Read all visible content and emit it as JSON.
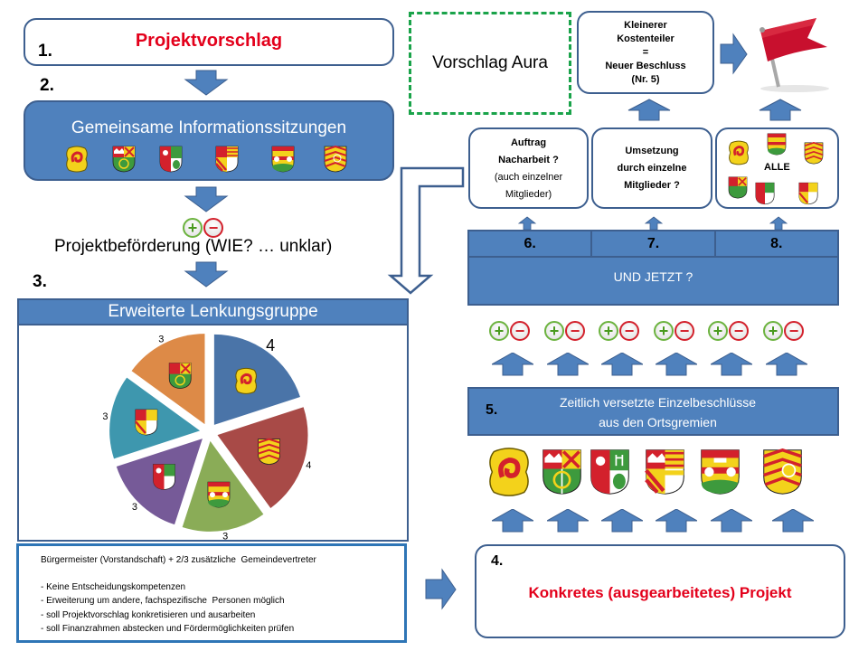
{
  "step1": {
    "number": "1.",
    "title": "Projektvorschlag"
  },
  "step2": {
    "number": "2.",
    "title": "Gemeinsame Informationssitzungen"
  },
  "promotion": {
    "text": "Projektbeförderung (WIE? … unklar)"
  },
  "step3": {
    "number": "3.",
    "title": "Erweiterte Lenkungsgruppe"
  },
  "aura": {
    "text": "Vorschlag Aura"
  },
  "cost_box": {
    "lines": [
      "Kleinerer",
      "Kostenteiler",
      "=",
      "Neuer Beschluss",
      "(Nr. 5)"
    ]
  },
  "option6": {
    "number": "6.",
    "line1": "Auftrag",
    "line2": "Nacharbeit ?",
    "line3": "(auch einzelner",
    "line4": "Mitglieder)"
  },
  "option7": {
    "number": "7.",
    "line1": "Umsetzung",
    "line2": "durch einzelne",
    "line3": "Mitglieder ?"
  },
  "option8": {
    "number": "8.",
    "label": "ALLE"
  },
  "und_jetzt": {
    "text": "UND JETZT ?"
  },
  "step5": {
    "number": "5.",
    "line1": "Zeitlich versetzte Einzelbeschlüsse",
    "line2": "aus den Ortsgremien"
  },
  "step4": {
    "number": "4.",
    "title": "Konkretes (ausgearbeitetes) Projekt"
  },
  "vote_icons": {
    "plus": "+",
    "minus": "−",
    "count": 6
  },
  "description": {
    "heading": "Bürgermeister (Vorstandschaft) + 2/3 zusätzliche  Gemeindevertreter",
    "bullets": [
      "- Keine Entscheidungskompetenzen",
      "- Erweiterung um andere, fachspezifische  Personen möglich",
      "- soll Projektvorschlag konkretisieren und ausarbeiten",
      "- soll Finanzrahmen abstecken und Fördermöglichkeiten prüfen"
    ]
  },
  "colors": {
    "accent_blue": "#4f81bd",
    "border_blue": "#3d5f8f",
    "title_red": "#e3001b",
    "aura_green": "#1aa34a",
    "flag_red": "#c8102e"
  },
  "chart_data": {
    "type": "pie",
    "title": "Erweiterte Lenkungsgruppe",
    "exploded": true,
    "legend": "none",
    "slices": [
      {
        "label": "4",
        "value": 4,
        "color": "#4a74a8",
        "crest": "crest-spiral"
      },
      {
        "label": "4",
        "value": 4,
        "color": "#a84a47",
        "crest": "crest-chevron-wheel"
      },
      {
        "label": "3",
        "value": 3,
        "color": "#8aac57",
        "crest": "crest-crown-oak"
      },
      {
        "label": "3",
        "value": 3,
        "color": "#765a98",
        "crest": "crest-shell-leaf"
      },
      {
        "label": "3",
        "value": 3,
        "color": "#3e97ae",
        "crest": "crest-fess-bend"
      },
      {
        "label": "3",
        "value": 3,
        "color": "#dd8a47",
        "crest": "crest-cross-wheel"
      }
    ]
  }
}
